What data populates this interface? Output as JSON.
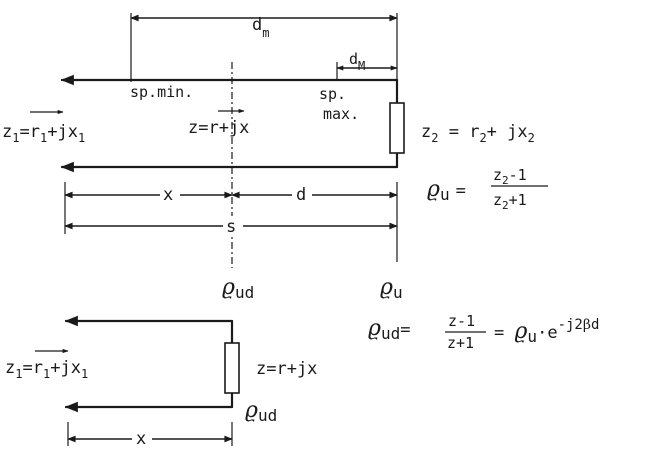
{
  "top": {
    "d_m": "d",
    "d_m_sub": "m",
    "d_M": "d",
    "d_M_sub": "M",
    "sp_min": "sp.min.",
    "sp_max_1": "sp.",
    "sp_max_2": "max.",
    "z1": {
      "z": "z",
      "s1": "1",
      "eq": "=",
      "r": "r",
      "s2": "1",
      "j": "+jx",
      "s3": "1"
    },
    "z": "z=r+jx",
    "z2": {
      "z": "z",
      "s1": "2",
      "eq": " = r",
      "s2": "2",
      "j": "+ jx",
      "s3": "2"
    },
    "x": "x",
    "d": "d",
    "s": "s",
    "rho_ud": "ud",
    "rho_u": "u",
    "rho_u_eq": "u",
    "frac_num": "z",
    "frac_num_sub": "2",
    "frac_num_rest": "-1",
    "frac_den": "z",
    "frac_den_sub": "2",
    "frac_den_rest": "+1"
  },
  "formula2": {
    "rho_ud": "ud",
    "num": "z-1",
    "den": "z+1",
    "rho_u": "u",
    "exp": "-j2",
    "beta": "β",
    "exp_d": "d",
    "e": "e"
  },
  "bottom": {
    "z1": {
      "z": "z",
      "s1": "1",
      "eq": "=",
      "r": "r",
      "s2": "1",
      "j": "+jx",
      "s3": "1"
    },
    "z": "z=r+jx",
    "rho_ud": "ud",
    "x": "x"
  }
}
